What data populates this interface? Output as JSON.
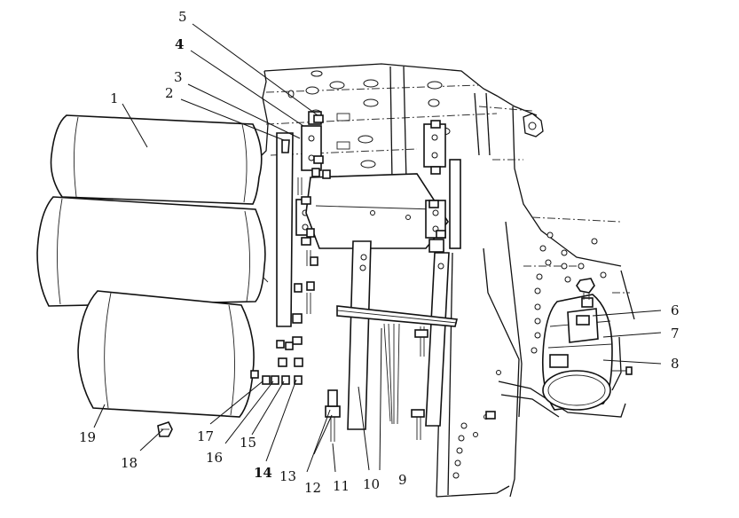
{
  "figure": {
    "kind": "exploded assembly drawing",
    "callouts": [
      "1",
      "2",
      "3",
      "4",
      "5",
      "6",
      "7",
      "8",
      "9",
      "10",
      "11",
      "12",
      "13",
      "14",
      "15",
      "16",
      "17",
      "18",
      "19"
    ]
  }
}
